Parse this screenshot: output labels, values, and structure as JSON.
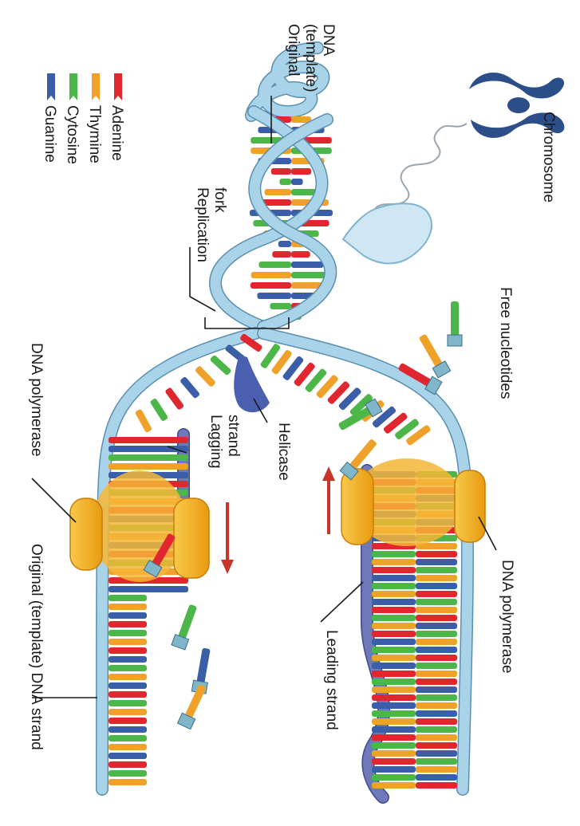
{
  "labels": {
    "chromosome": "Chromosome",
    "original_template_dna": "Original (template) DNA",
    "replication_fork": "Replication fork",
    "free_nucleotides": "Free nucleotides",
    "helicase": "Helicase",
    "lagging_strand": "Lagging strand",
    "dna_polymerase_left": "DNA polymerase",
    "dna_polymerase_right": "DNA polymerase",
    "leading_strand": "Leading strand",
    "original_template_dna_strand": "Original (template) DNA strand"
  },
  "legend": [
    {
      "name": "Adenine",
      "color": "#e0262f"
    },
    {
      "name": "Thymine",
      "color": "#f0a12a"
    },
    {
      "name": "Cytosine",
      "color": "#4cb748"
    },
    {
      "name": "Guanine",
      "color": "#3a5fa8"
    }
  ],
  "colors": {
    "backbone": "#a9d3e8",
    "backbone_edge": "#5b8fb0",
    "chromosome": "#2c4f8a",
    "helicase": "#4b5fb0",
    "polymerase": "#f2b21e",
    "arrow": "#c8352a"
  }
}
